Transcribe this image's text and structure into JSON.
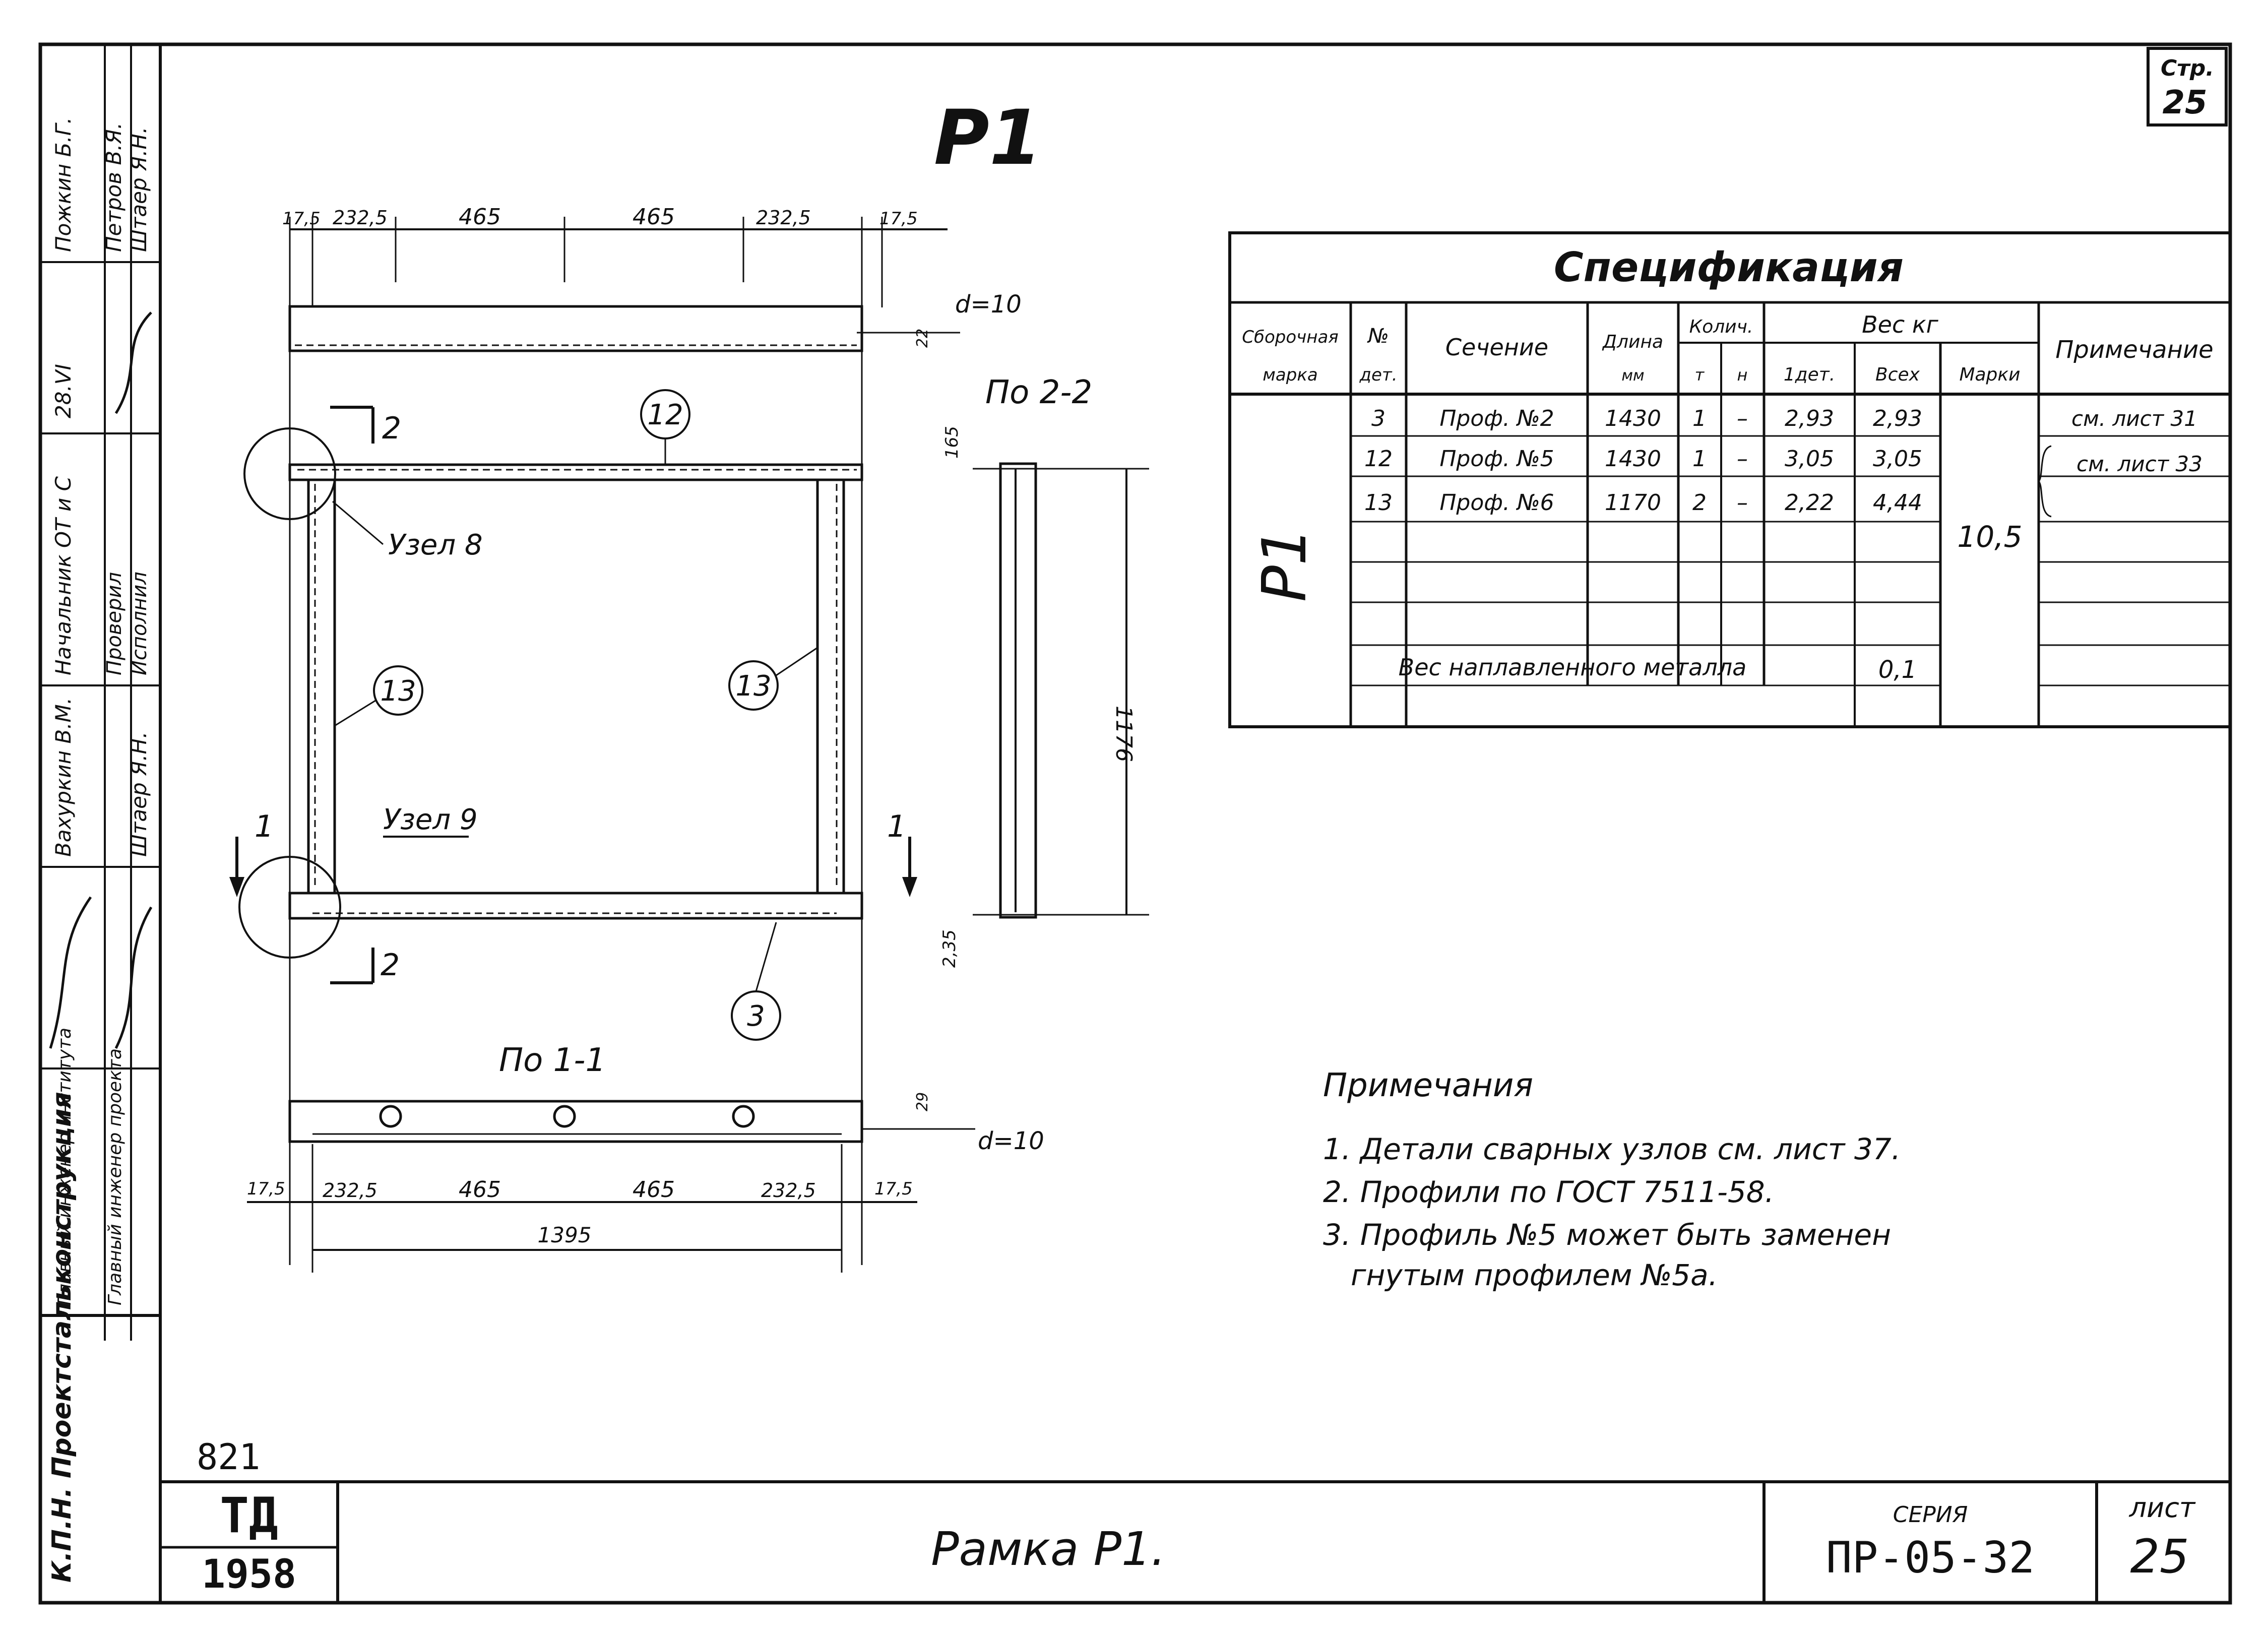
{
  "page_number_corner": {
    "label": "Стр.",
    "value": "25"
  },
  "drawing_title": "Р1",
  "top_dims": [
    "17,5",
    "232,5",
    "465",
    "465",
    "232,5",
    "17,5"
  ],
  "bottom_dims": [
    "17,5",
    "232,5",
    "465",
    "465",
    "232,5",
    "17,5"
  ],
  "total_width": "1395",
  "plate_thickness_top": "d=10",
  "plate_thickness_bottom": "d=10",
  "dim_22": "22",
  "dim_29": "29",
  "dim_165": "165",
  "dim_235": "2,35",
  "height_dim": "1176",
  "section_22_label": "По 2-2",
  "section_11_label": "По 1-1",
  "node8_label": "Узел 8",
  "node9_label": "Узел 9",
  "section_marks": {
    "s1_left": "1",
    "s1_right": "1",
    "s2_top": "2",
    "s2_bottom": "2"
  },
  "part_numbers": {
    "p12": "12",
    "p13_left": "13",
    "p13_right": "13",
    "p3": "3"
  },
  "spec": {
    "title": "Спецификация",
    "headers": {
      "assembly": [
        "Сборочная",
        "марка"
      ],
      "part": [
        "№",
        "дет."
      ],
      "section": "Сечение",
      "length": [
        "Длина",
        "мм"
      ],
      "qty": "Колич.",
      "qty_t": "т",
      "qty_n": "н",
      "weight": "Вес кг",
      "w_one": "1дет.",
      "w_all": "Всех",
      "w_mark": "Марки",
      "note": "Примечание"
    },
    "mark": "Р1",
    "rows": [
      {
        "part": "3",
        "section": "Проф. №2",
        "length": "1430",
        "t": "1",
        "n": "–",
        "one": "2,93",
        "all": "2,93",
        "note": "см. лист 31"
      },
      {
        "part": "12",
        "section": "Проф. №5",
        "length": "1430",
        "t": "1",
        "n": "–",
        "one": "3,05",
        "all": "3,05",
        "note": "см. лист 33"
      },
      {
        "part": "13",
        "section": "Проф. №6",
        "length": "1170",
        "t": "2",
        "n": "–",
        "one": "2,22",
        "all": "4,44",
        "note": ""
      }
    ],
    "mark_weight": "10,5",
    "weld_label": "Вес наплавленного металла",
    "weld_value": "0,1"
  },
  "notes": {
    "title": "Примечания",
    "items": [
      "1.  Детали сварных узлов см. лист 37.",
      "2.  Профили по ГОСТ 7511-58.",
      "3.  Профиль №5 может быть заменен",
      "гнутым профилем №5а."
    ]
  },
  "side_stamp": {
    "org": [
      "К.П.Н. Проектстальконструкция"
    ],
    "roles": [
      "Главный инженер института",
      "Главный инженер проекта",
      "Начальник ОТ и С",
      "Проверил",
      "Исполнил"
    ],
    "names": [
      "Вахуркин В.М.",
      "Штаер Я.Н.",
      "Пожкин Б.Г.",
      "Петров В.Я.",
      "Штаер Я.Н."
    ],
    "date": "28.VI"
  },
  "title_block": {
    "sheet_code": "821",
    "logo_letters": "ТД",
    "year": "1958",
    "name": "Рамка Р1.",
    "series_label": "СЕРИЯ",
    "series": "ПР-05-32",
    "sheet_label": "лист",
    "sheet": "25"
  }
}
